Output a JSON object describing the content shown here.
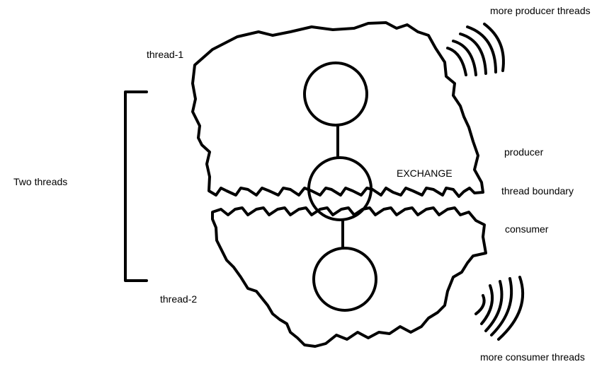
{
  "labels": {
    "more_producer_threads": "more producer threads",
    "thread_1": "thread-1",
    "producer": "producer",
    "exchange": "EXCHANGE",
    "two_threads": "Two threads",
    "thread_boundary": "thread boundary",
    "consumer": "consumer",
    "thread_2": "thread-2",
    "more_consumer_threads": "more consumer threads"
  },
  "colors": {
    "ink": "#000000",
    "background": "#ffffff"
  }
}
